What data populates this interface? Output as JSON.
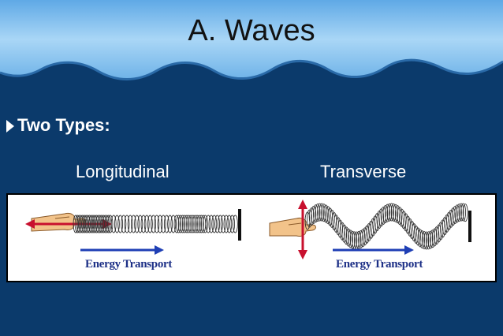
{
  "slide": {
    "title": "A. Waves",
    "bullet": "Two Types:",
    "types": {
      "longitudinal": "Longitudinal",
      "transverse": "Transverse"
    },
    "diagram": {
      "energy_label_left": "Energy Transport",
      "energy_label_right": "Energy Transport"
    }
  },
  "colors": {
    "background": "#0b3a6b",
    "header": "#8ec6f0",
    "panel": "#ffffff",
    "energy_arrow": "#1f3fb5",
    "motion_arrow": "#c8102e"
  },
  "icons": [
    "bullet-arrow-icon",
    "hand-icon",
    "spring-icon",
    "wall-icon",
    "energy-arrow-icon",
    "motion-arrow-icon"
  ]
}
